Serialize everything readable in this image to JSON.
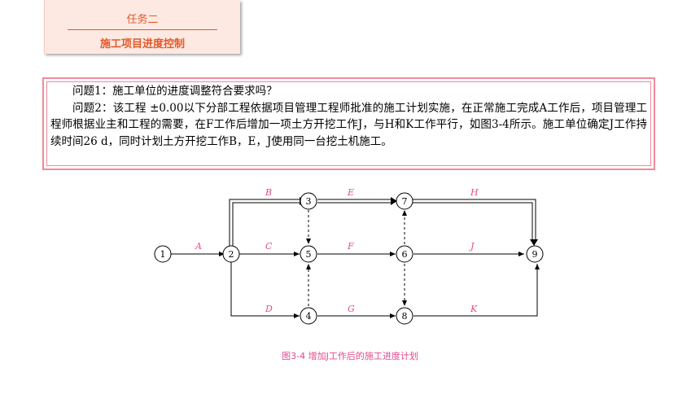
{
  "task_card": {
    "label": "任务二",
    "title": "施工项目进度控制"
  },
  "questions": {
    "q1": "问题1：施工单位的进度调整符合要求吗？",
    "q2": "问题2：该工程 ±0.00以下分部工程依据项目管理工程师批准的施工计划实施，在正常施工完成A工作后，项目管理工程师根据业主和工程的需要，在F工作后增加一项土方开挖工作J，与H和K工作平行，如图3-4所示。施工单位确定J工作持续时间26 d，同时计划土方开挖工作B，E，J使用同一台挖土机施工。"
  },
  "network": {
    "nodes": [
      "1",
      "2",
      "3",
      "4",
      "5",
      "6",
      "7",
      "8",
      "9"
    ],
    "activities": [
      {
        "label": "A",
        "from": "1",
        "to": "2"
      },
      {
        "label": "B",
        "from": "2",
        "to": "3"
      },
      {
        "label": "C",
        "from": "2",
        "to": "5"
      },
      {
        "label": "D",
        "from": "2",
        "to": "4"
      },
      {
        "label": "E",
        "from": "3",
        "to": "7"
      },
      {
        "label": "F",
        "from": "5",
        "to": "6"
      },
      {
        "label": "G",
        "from": "4",
        "to": "8"
      },
      {
        "label": "H",
        "from": "7",
        "to": "9"
      },
      {
        "label": "J",
        "from": "6",
        "to": "9"
      },
      {
        "label": "K",
        "from": "8",
        "to": "9"
      }
    ],
    "dummies": [
      {
        "from": "3",
        "to": "5"
      },
      {
        "from": "4",
        "to": "5"
      },
      {
        "from": "6",
        "to": "7"
      },
      {
        "from": "6",
        "to": "8"
      }
    ],
    "critical_path": [
      "2-3",
      "3-7",
      "7-9"
    ],
    "colors": {
      "line": "#000000",
      "label": "#e6498f",
      "caption": "#e6498f"
    }
  },
  "caption": "图3-4  增加J工作后的施工进度计划"
}
